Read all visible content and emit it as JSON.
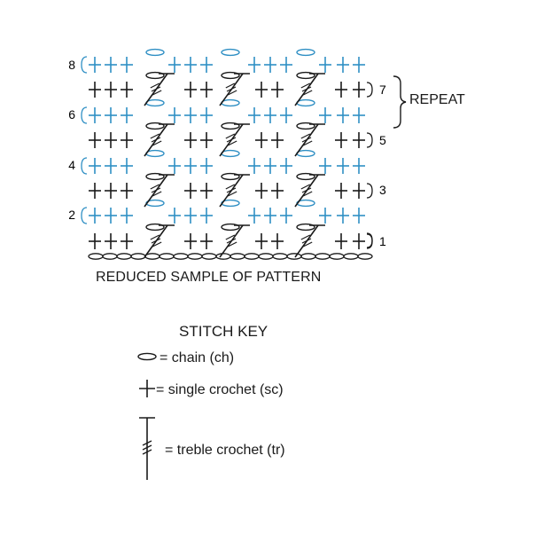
{
  "diagram": {
    "row_numbers_left": [
      "8",
      "6",
      "4",
      "2"
    ],
    "row_numbers_right": [
      "7",
      "5",
      "3",
      "1"
    ],
    "repeat_label": "REPEAT",
    "caption": "REDUCED SAMPLE OF PATTERN",
    "colors": {
      "ink": "#1a1a1a",
      "accent": "#2f8fc4"
    }
  },
  "stitch_key": {
    "title": "STITCH KEY",
    "items": [
      {
        "symbol": "chain-symbol",
        "label": "= chain (ch)"
      },
      {
        "symbol": "single-crochet-symbol",
        "label": "= single crochet (sc)"
      },
      {
        "symbol": "treble-crochet-symbol",
        "label": "= treble crochet (tr)"
      }
    ]
  }
}
